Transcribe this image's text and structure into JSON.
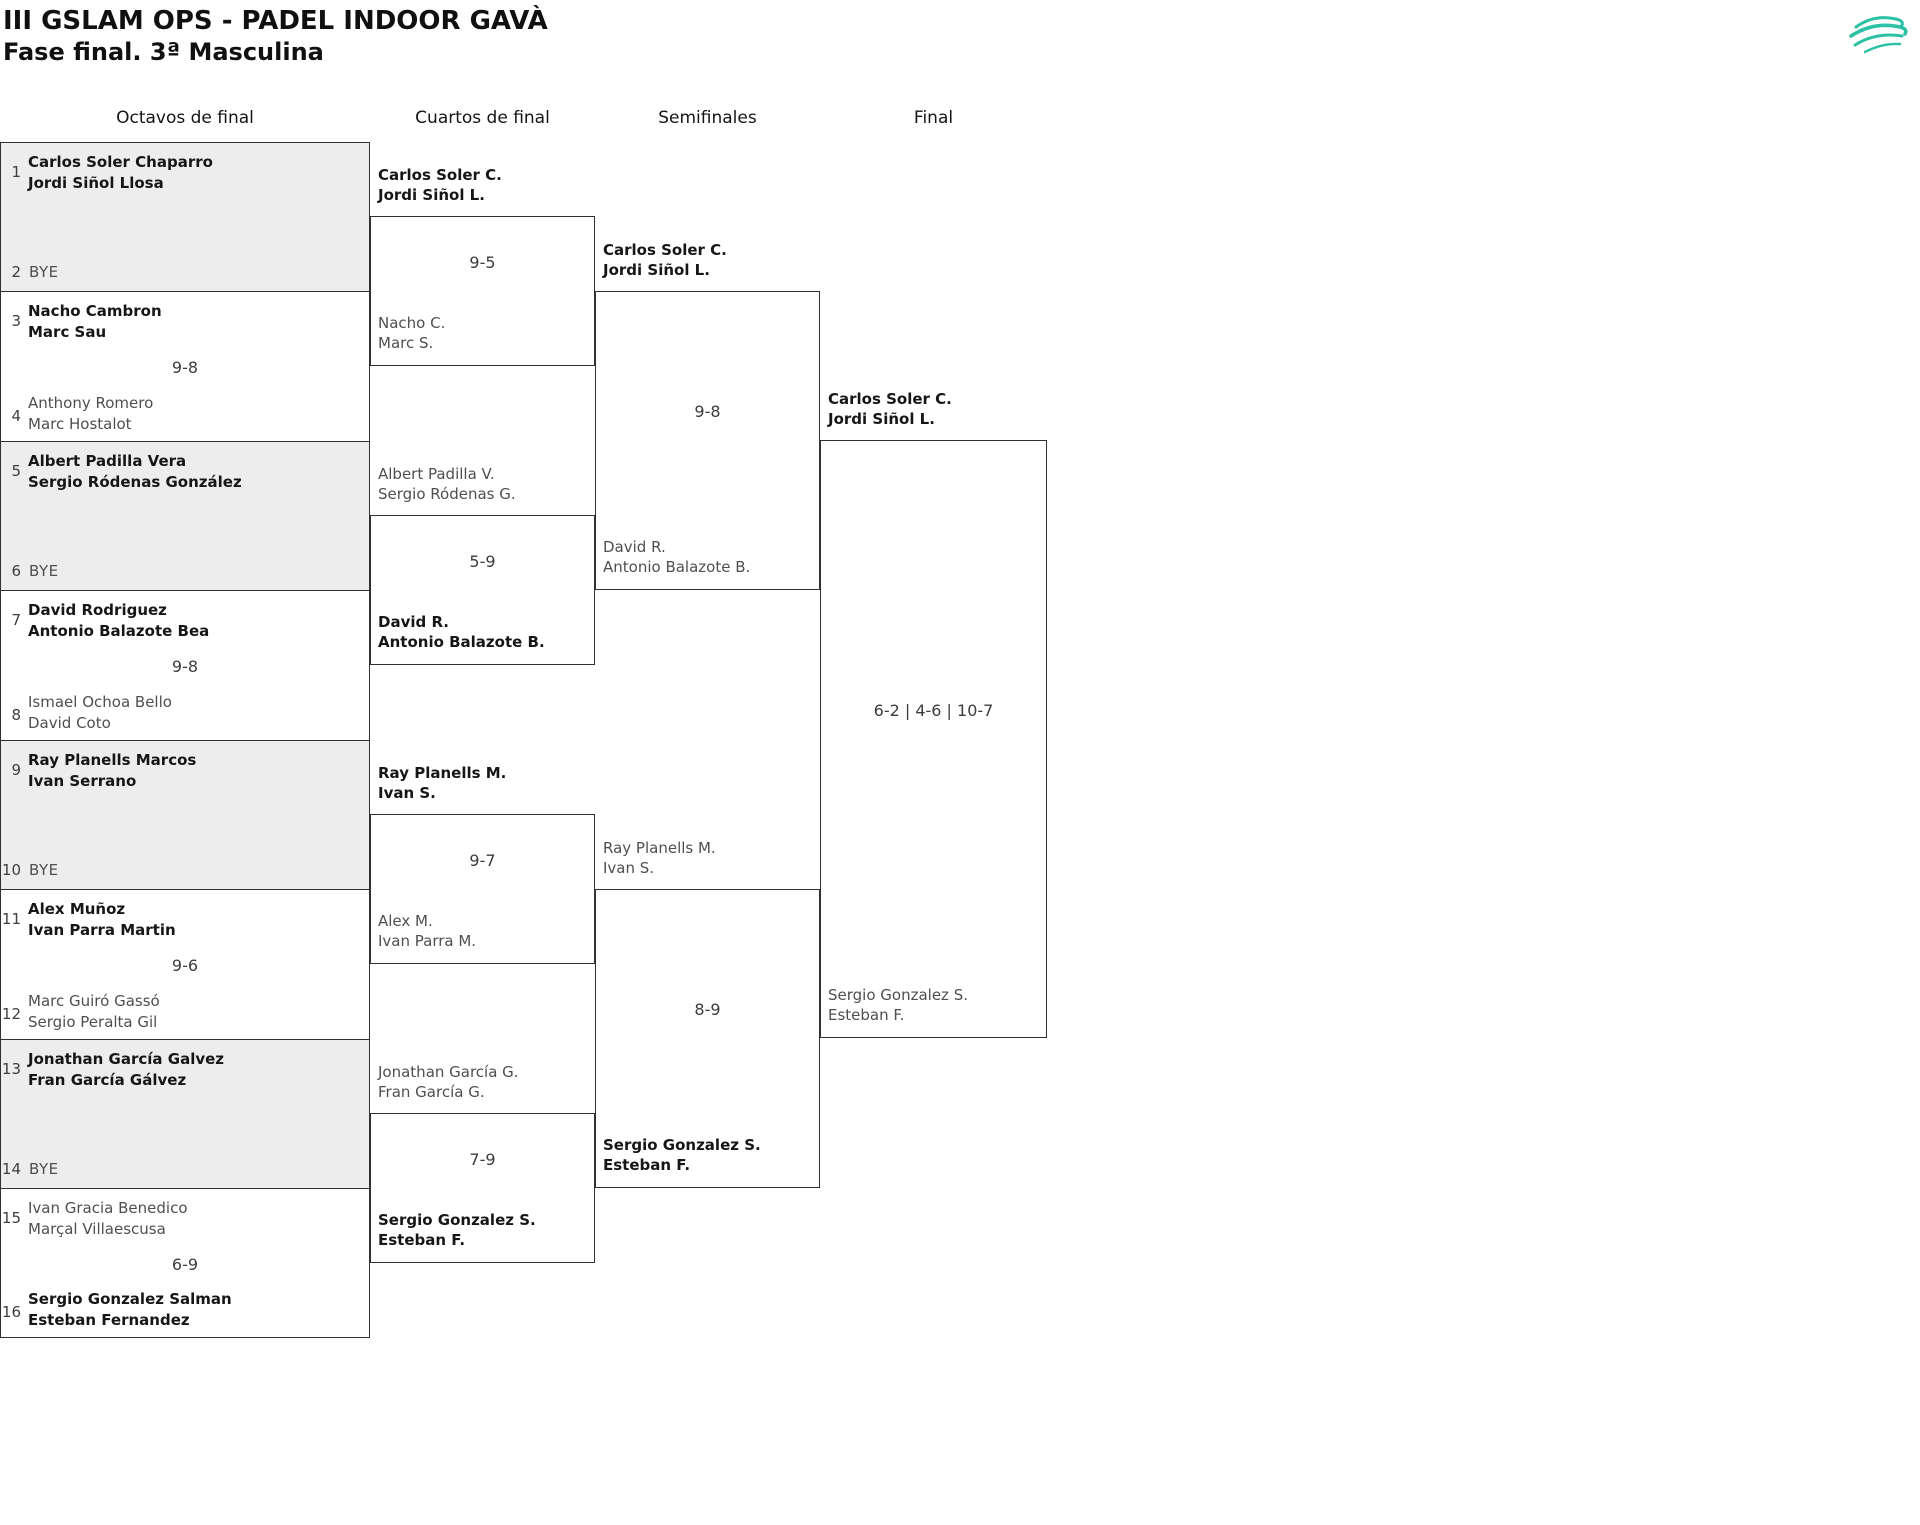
{
  "header": {
    "title": "III GSLAM OPS - PADEL INDOOR GAVÀ",
    "subtitle": "Fase final. 3ª Masculina"
  },
  "rounds": {
    "headers": [
      "Octavos de final",
      "Cuartos de final",
      "Semifinales",
      "Final"
    ]
  },
  "octavos": [
    {
      "seed_a": "1",
      "a1": "Carlos Soler Chaparro",
      "a2": "Jordi Siñol Llosa",
      "seed_b": "2",
      "b1": "BYE"
    },
    {
      "seed_a": "3",
      "a1": "Nacho Cambron",
      "a2": "Marc Sau",
      "score": "9-8",
      "seed_b": "4",
      "b1": "Anthony Romero",
      "b2": "Marc Hostalot"
    },
    {
      "seed_a": "5",
      "a1": "Albert Padilla Vera",
      "a2": "Sergio Ródenas González",
      "seed_b": "6",
      "b1": "BYE"
    },
    {
      "seed_a": "7",
      "a1": "David Rodriguez",
      "a2": "Antonio Balazote Bea",
      "score": "9-8",
      "seed_b": "8",
      "b1": "Ismael Ochoa Bello",
      "b2": "David Coto"
    },
    {
      "seed_a": "9",
      "a1": "Ray Planells Marcos",
      "a2": "Ivan Serrano",
      "seed_b": "10",
      "b1": "BYE"
    },
    {
      "seed_a": "11",
      "a1": "Alex Muñoz",
      "a2": "Ivan Parra Martin",
      "score": "9-6",
      "seed_b": "12",
      "b1": "Marc Guiró Gassó",
      "b2": "Sergio Peralta Gil"
    },
    {
      "seed_a": "13",
      "a1": "Jonathan García Galvez",
      "a2": "Fran García Gálvez",
      "seed_b": "14",
      "b1": "BYE"
    },
    {
      "seed_a": "15",
      "a1": "Ivan Gracia Benedico",
      "a2": "Marçal Villaescusa",
      "score": "6-9",
      "seed_b": "16",
      "b1": "Sergio Gonzalez Salman",
      "b2": "Esteban Fernandez"
    }
  ],
  "cuartos": [
    {
      "a1": "Carlos Soler C.",
      "a2": "Jordi Siñol L.",
      "score": "9-5",
      "b1": "Nacho C.",
      "b2": "Marc S."
    },
    {
      "a1": "Albert Padilla V.",
      "a2": "Sergio Ródenas G.",
      "score": "5-9",
      "b1": "David R.",
      "b2": "Antonio Balazote B."
    },
    {
      "a1": "Ray Planells M.",
      "a2": "Ivan S.",
      "score": "9-7",
      "b1": "Alex M.",
      "b2": "Ivan Parra M."
    },
    {
      "a1": "Jonathan García G.",
      "a2": "Fran García G.",
      "score": "7-9",
      "b1": "Sergio Gonzalez S.",
      "b2": "Esteban F."
    }
  ],
  "semis": [
    {
      "a1": "Carlos Soler C.",
      "a2": "Jordi Siñol L.",
      "score": "9-8",
      "b1": "David R.",
      "b2": "Antonio Balazote B."
    },
    {
      "a1": "Ray Planells M.",
      "a2": "Ivan S.",
      "score": "8-9",
      "b1": "Sergio Gonzalez S.",
      "b2": "Esteban F."
    }
  ],
  "final": {
    "a1": "Carlos Soler C.",
    "a2": "Jordi Siñol L.",
    "score": "6-2 | 4-6 | 10-7",
    "b1": "Sergio Gonzalez S.",
    "b2": "Esteban F."
  },
  "colors": {
    "logo_teal": "#2CC1A4",
    "bye_fill": "#EDEDED",
    "winner_text": "#161616",
    "secondary_text": "#4F4F4F"
  }
}
